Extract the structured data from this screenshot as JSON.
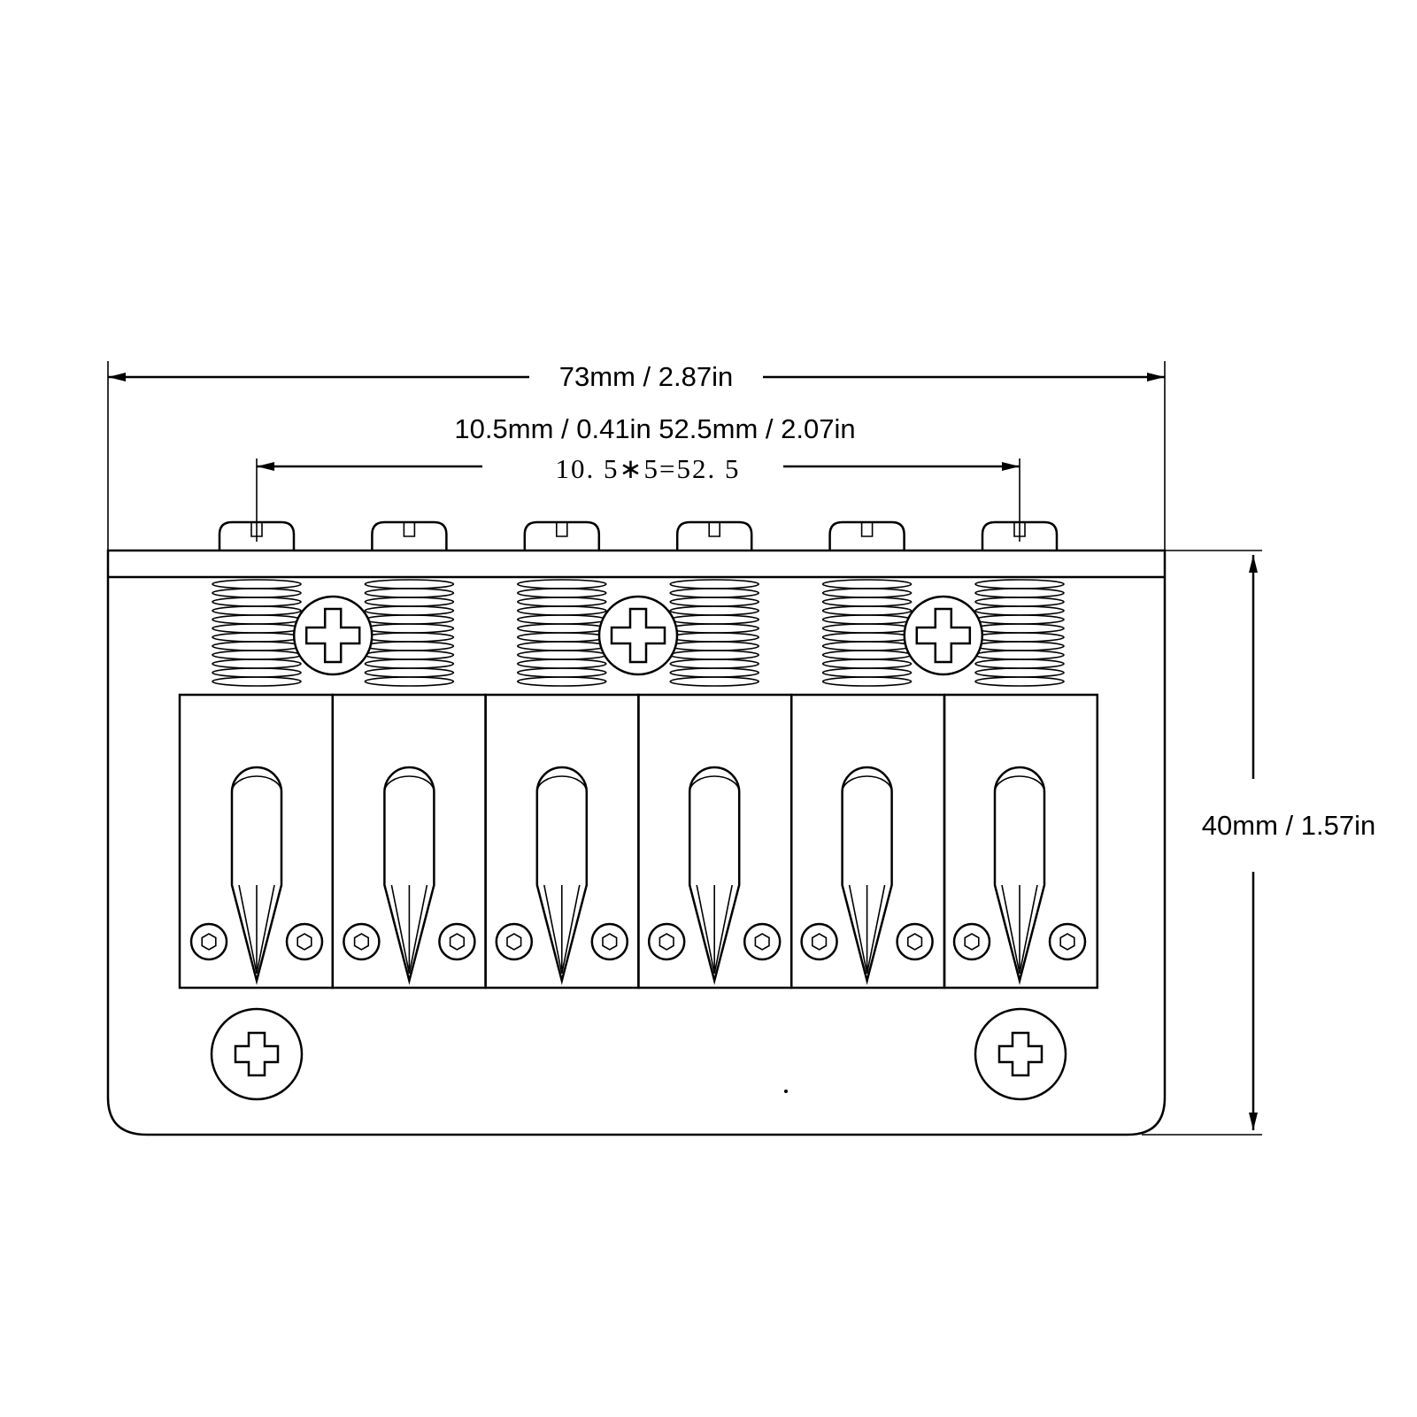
{
  "dimensions": {
    "overall_width": "73mm / 2.87in",
    "saddle_spacing": "10.5mm / 0.41in 52.5mm / 2.07in",
    "spacing_formula": "10. 5∗5=52. 5",
    "overall_height": "40mm / 1.57in"
  },
  "saddles": [
    {
      "name": "saddle-1"
    },
    {
      "name": "saddle-2"
    },
    {
      "name": "saddle-3"
    },
    {
      "name": "saddle-4"
    },
    {
      "name": "saddle-5"
    },
    {
      "name": "saddle-6"
    }
  ],
  "colors": {
    "line": "#000000",
    "background": "#ffffff"
  }
}
